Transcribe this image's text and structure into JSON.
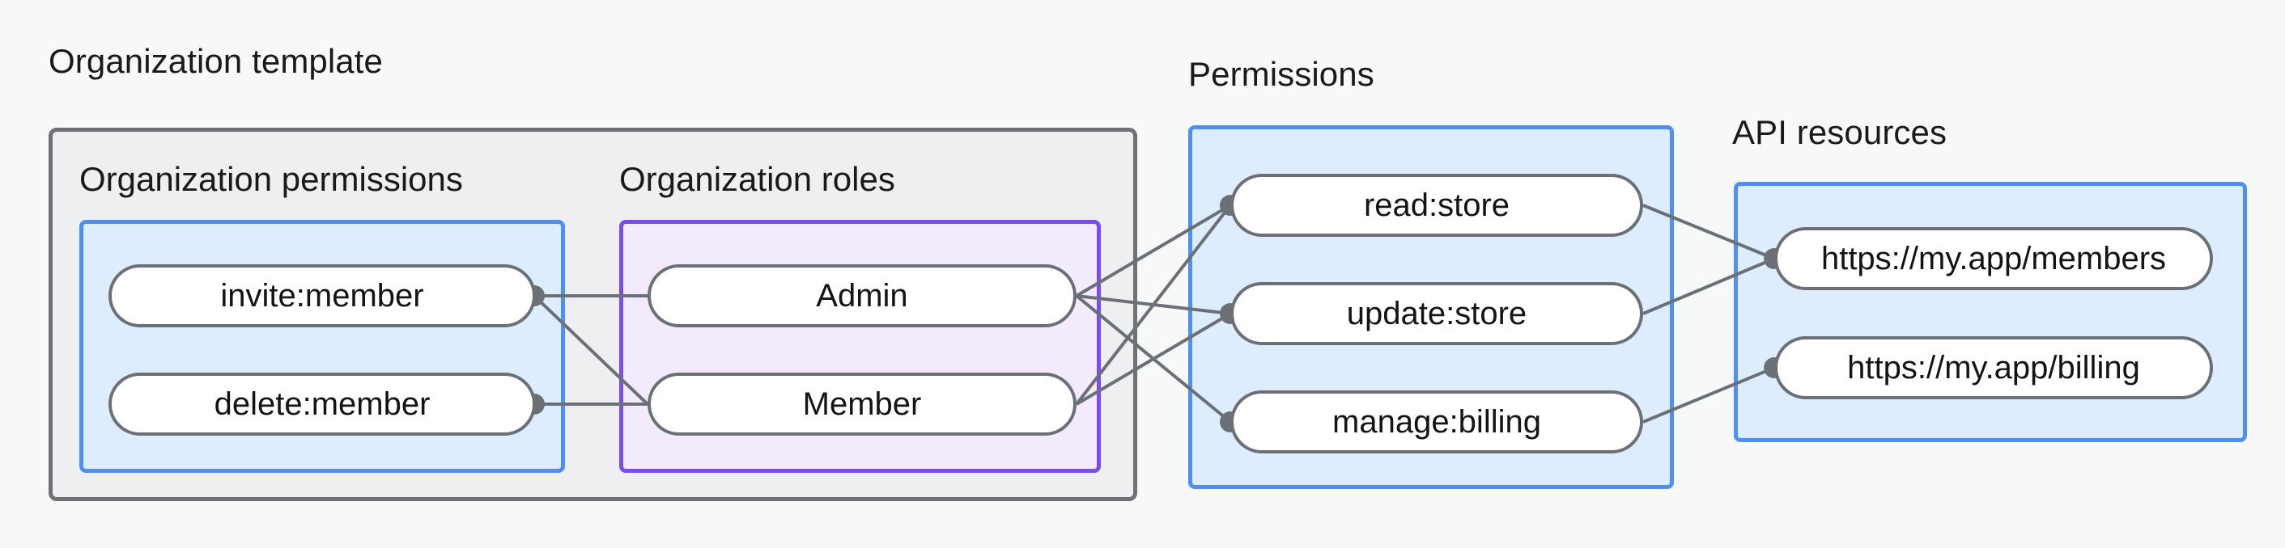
{
  "diagram": {
    "title_organization_template": "Organization template",
    "title_permissions": "Permissions",
    "title_api_resources": "API resources",
    "subtitle_organization_permissions": "Organization permissions",
    "subtitle_organization_roles": "Organization roles",
    "colors": {
      "canvas_background": "#f7f8f8",
      "outer_box_border": "#6e7277",
      "outer_box_fill": "#eeeff0",
      "blue_border": "#4d90f0",
      "blue_fill": "#deedfd",
      "purple_border": "#7b4df0",
      "purple_fill": "#f3eafc",
      "node_border": "#6b7076",
      "node_fill": "#ffffff",
      "link_stroke": "#6b7076",
      "text": "#141414"
    }
  },
  "organization_permissions": [
    {
      "id": "invite-member",
      "label": "invite:member"
    },
    {
      "id": "delete-member",
      "label": "delete:member"
    }
  ],
  "organization_roles": [
    {
      "id": "admin",
      "label": "Admin"
    },
    {
      "id": "member",
      "label": "Member"
    }
  ],
  "permissions": [
    {
      "id": "read-store",
      "label": "read:store"
    },
    {
      "id": "update-store",
      "label": "update:store"
    },
    {
      "id": "manage-billing",
      "label": "manage:billing"
    }
  ],
  "api_resources": [
    {
      "id": "members",
      "label": "https://my.app/members"
    },
    {
      "id": "billing",
      "label": "https://my.app/billing"
    }
  ],
  "connections": [
    {
      "from": "invite-member",
      "to": "admin"
    },
    {
      "from": "invite-member",
      "to": "member"
    },
    {
      "from": "delete-member",
      "to": "member"
    },
    {
      "from": "admin",
      "to": "read-store"
    },
    {
      "from": "admin",
      "to": "update-store"
    },
    {
      "from": "admin",
      "to": "manage-billing"
    },
    {
      "from": "member",
      "to": "read-store"
    },
    {
      "from": "member",
      "to": "update-store"
    },
    {
      "from": "read-store",
      "to": "members"
    },
    {
      "from": "update-store",
      "to": "members"
    },
    {
      "from": "manage-billing",
      "to": "billing"
    }
  ]
}
